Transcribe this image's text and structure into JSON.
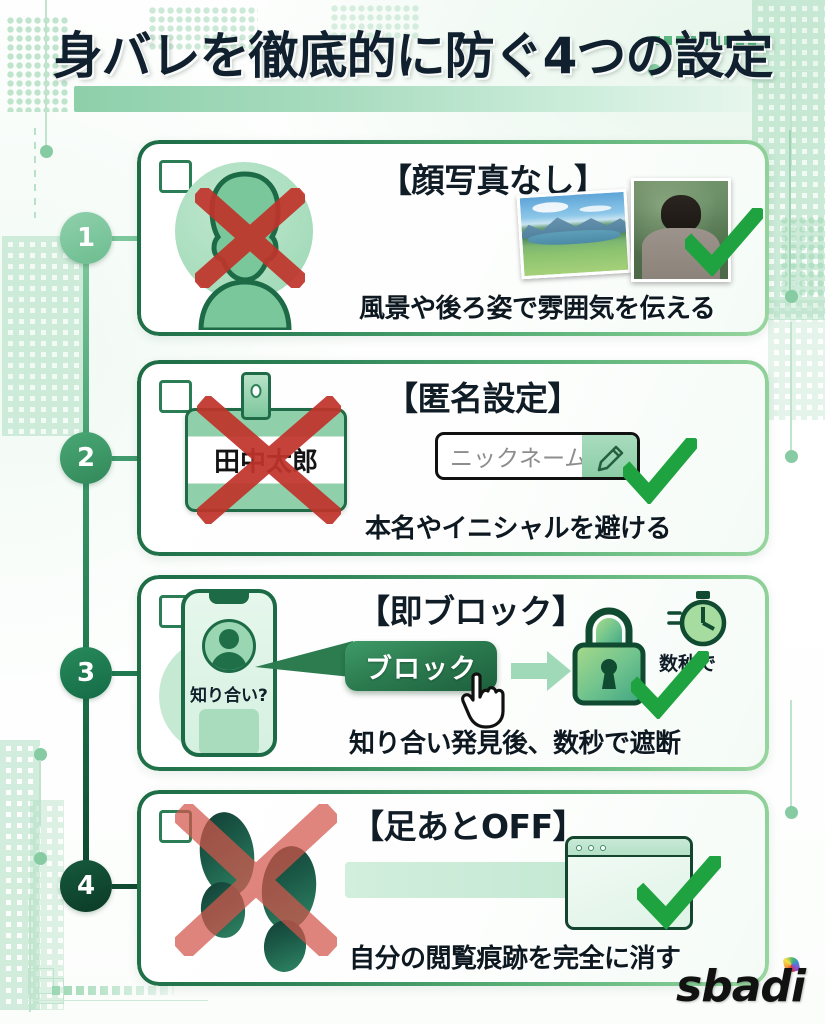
{
  "title": "身バレを徹底的に防ぐ4つの設定",
  "brand": {
    "logo_text": "sbadi",
    "logo_dot": "rainbow-diamond-icon",
    "accent": "#2e8357",
    "dark": "#14452f",
    "light": "#9ad69f"
  },
  "timeline": {
    "nodes": [
      {
        "label": "1",
        "color": "#7cc79c"
      },
      {
        "label": "2",
        "color": "#3f9a6c"
      },
      {
        "label": "3",
        "color": "#1f7a50"
      },
      {
        "label": "4",
        "color": "#0f4a31"
      }
    ]
  },
  "cards": [
    {
      "number": "1",
      "heading": "【顔写真なし】",
      "caption": "風景や後ろ姿で雰囲気を伝える",
      "icons": [
        "person-silhouette-icon",
        "red-x-icon",
        "landscape-photo-icon",
        "back-view-photo-icon",
        "green-check-icon"
      ]
    },
    {
      "number": "2",
      "heading": "【匿名設定】",
      "caption": "本名やイニシャルを避ける",
      "badge_name": "田中太郎",
      "input_placeholder": "ニックネーム",
      "icons": [
        "id-badge-icon",
        "red-x-icon",
        "pencil-icon",
        "green-check-icon"
      ]
    },
    {
      "number": "3",
      "heading": "【即ブロック】",
      "caption": "知り合い発見後、数秒で遮断",
      "phone_label": "知り合い?",
      "block_button": "ブロック",
      "timer_label": "数秒で",
      "icons": [
        "phone-icon",
        "avatar-icon",
        "block-button-icon",
        "cursor-hand-icon",
        "arrow-right-icon",
        "padlock-icon",
        "stopwatch-icon",
        "green-check-icon"
      ]
    },
    {
      "number": "4",
      "heading": "【足あとOFF】",
      "caption": "自分の閲覧痕跡を完全に消す",
      "icons": [
        "footprints-icon",
        "red-x-icon",
        "browser-window-icon",
        "green-check-icon"
      ]
    }
  ]
}
